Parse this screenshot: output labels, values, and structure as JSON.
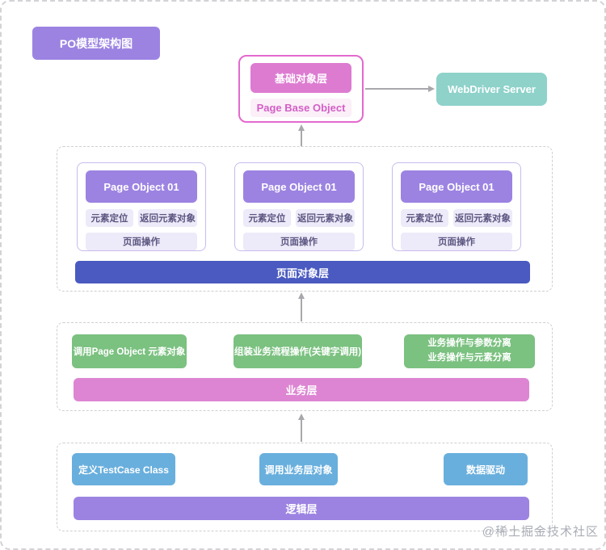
{
  "diagram": {
    "badge": "PO模型架构图",
    "base_object": {
      "title": "基础对象层",
      "subtitle": "Page Base Object"
    },
    "webdriver_server": "WebDriver Server",
    "page_object_layer": {
      "groups": [
        {
          "title": "Page Object 01",
          "chips": [
            "元素定位",
            "返回元素对象",
            "页面操作"
          ]
        },
        {
          "title": "Page Object 01",
          "chips": [
            "元素定位",
            "返回元素对象",
            "页面操作"
          ]
        },
        {
          "title": "Page Object 01",
          "chips": [
            "元素定位",
            "返回元素对象",
            "页面操作"
          ]
        }
      ],
      "bar": "页面对象层"
    },
    "business_layer": {
      "box1": "调用Page Object 元素对象",
      "box2": "组装业务流程操作(关键字调用)",
      "box3_line1": "业务操作与参数分离",
      "box3_line2": "业务操作与元素分离",
      "bar": "业务层"
    },
    "logic_layer": {
      "boxes": [
        "定义TestCase Class",
        "调用业务层对象",
        "数据驱动"
      ],
      "bar": "逻辑层"
    },
    "watermark": "@稀土掘金技术社区"
  },
  "colors": {
    "node_purple": "#9c83e2",
    "base_pink": "#dd7bd1",
    "base_border_pink": "#e469ce",
    "base_subtitle_bg": "#fbeff8",
    "base_subtitle_text": "#d35fc6",
    "webdriver_teal": "#8ed2ca",
    "page_layer_bar_indigo": "#4a5ac1",
    "chip_bg": "#edeaf9",
    "chip_text": "#5c5781",
    "group_border": "#c8bbee",
    "business_green": "#7bc180",
    "business_bar_pink": "#dd85d2",
    "logic_blue": "#69afdd",
    "logic_bar_purple": "#9c83e2",
    "dashed_border": "#cfcfd3",
    "arrow_gray": "#a8a8ac",
    "watermark_gray": "#a9adb5"
  }
}
